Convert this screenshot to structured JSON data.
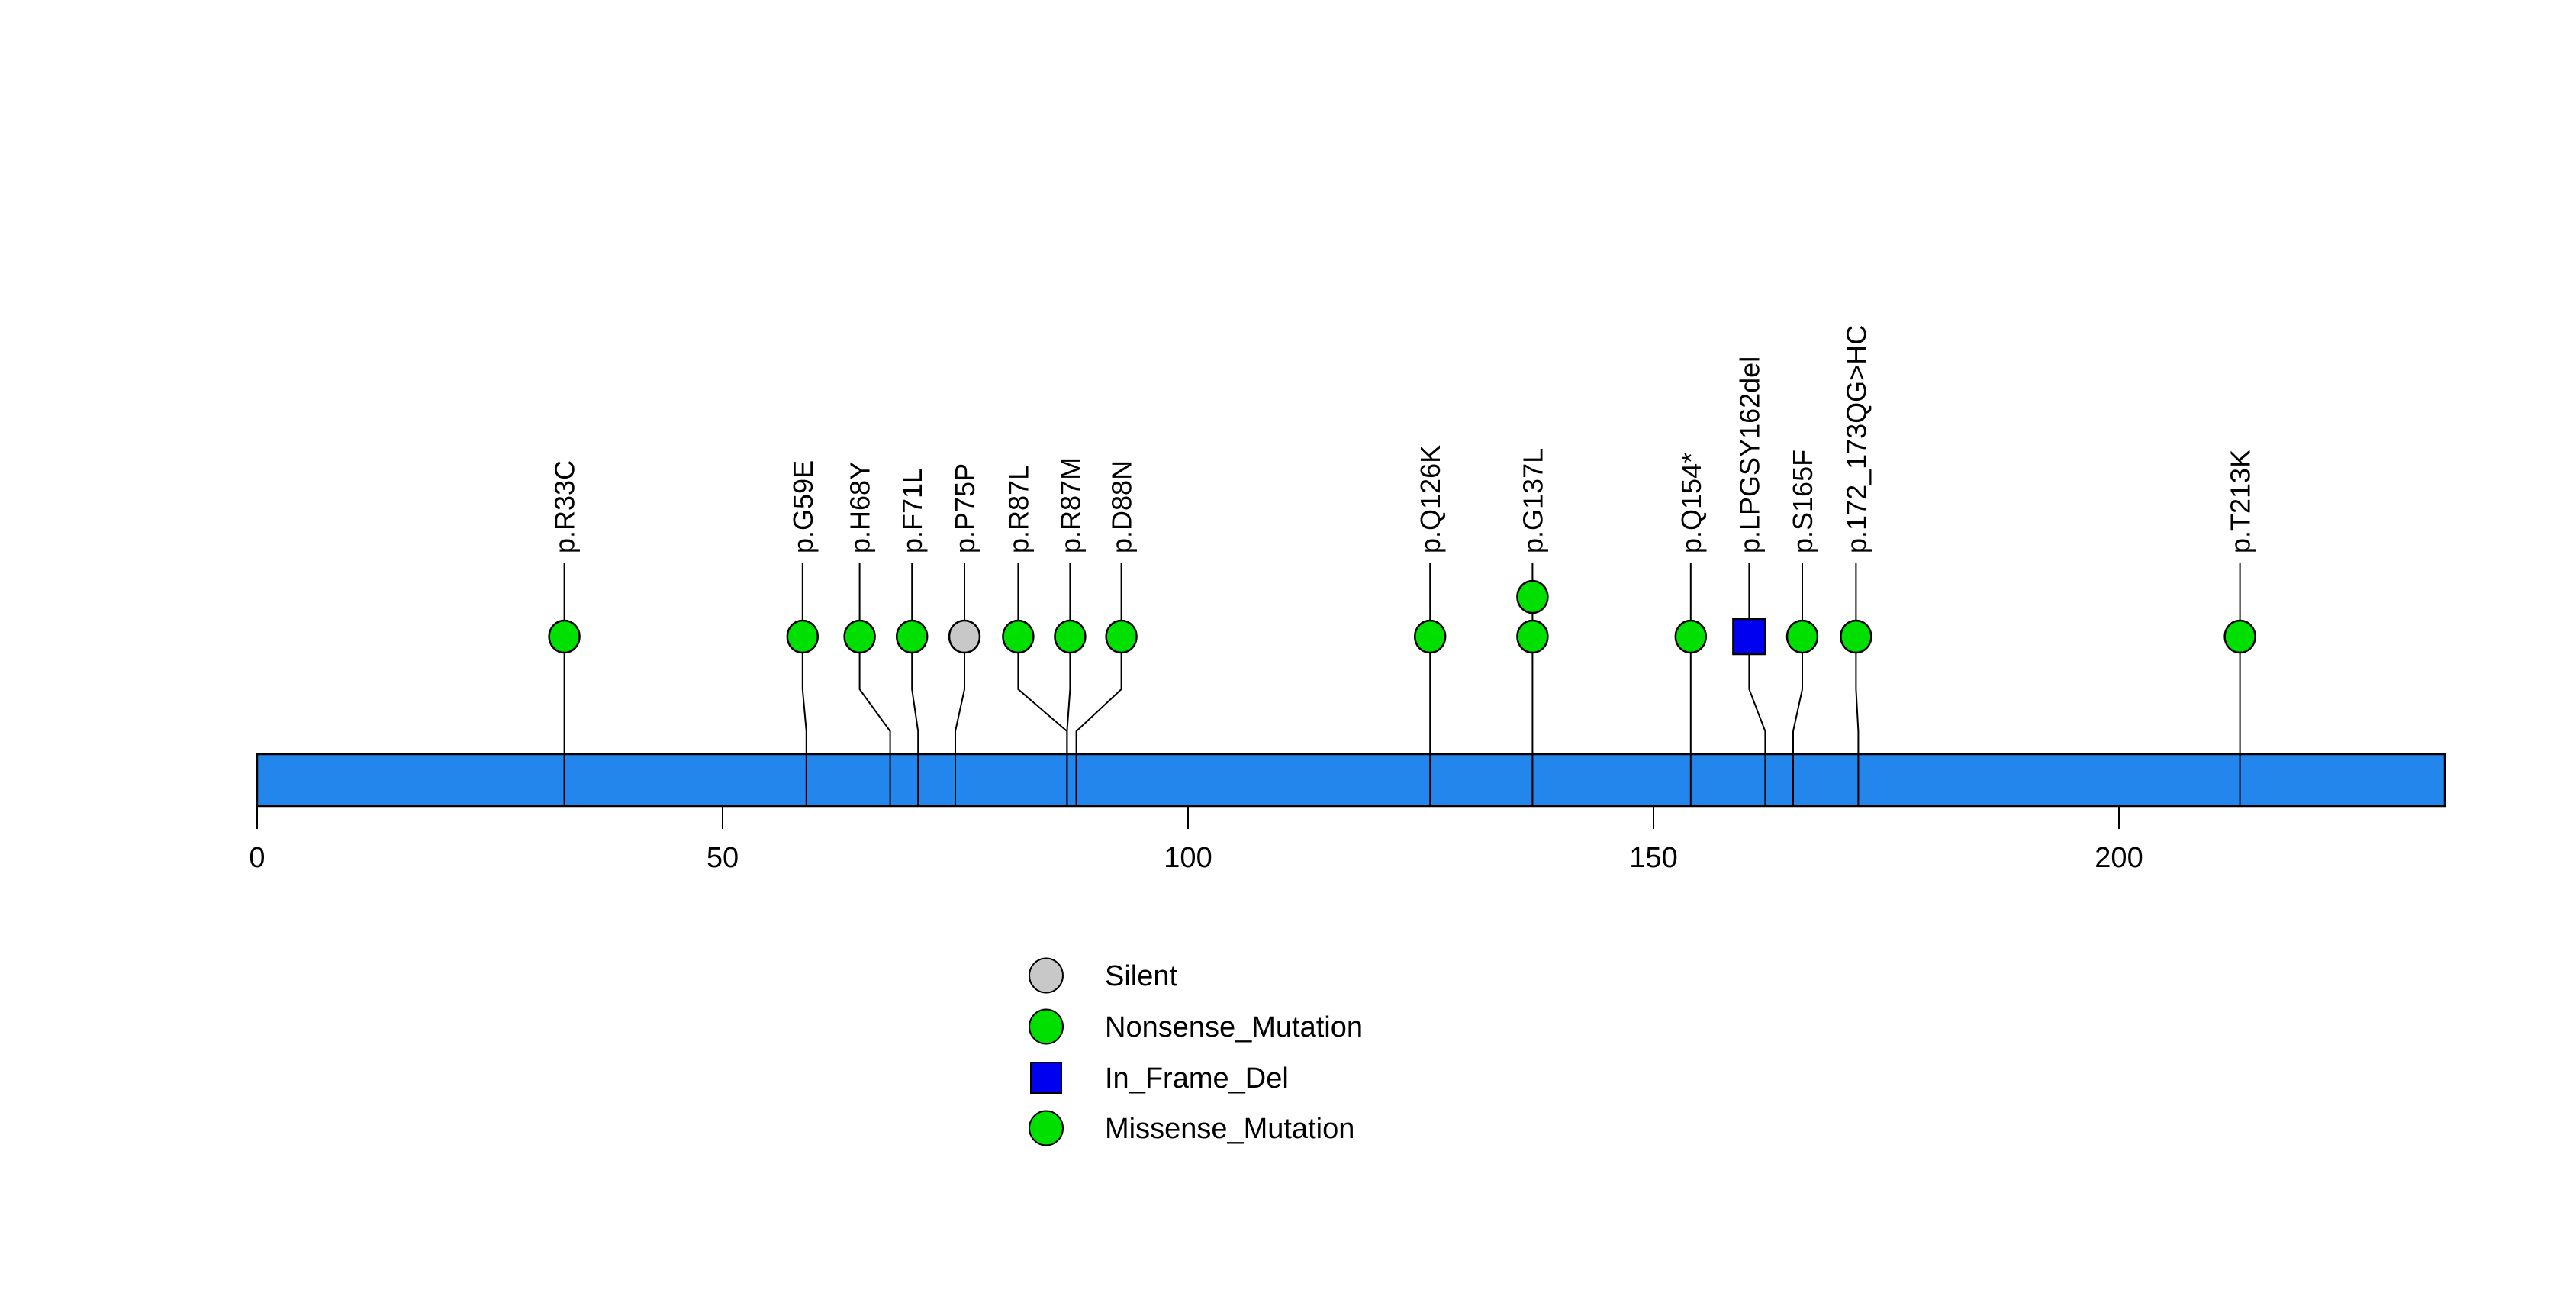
{
  "chart_data": {
    "type": "lollipop",
    "title": "",
    "xlabel": "",
    "axis": {
      "ticks": [
        0,
        50,
        100,
        150,
        200
      ],
      "range": [
        0,
        235
      ],
      "grid": false
    },
    "protein_bar": {
      "start": 0,
      "end": 235,
      "color": "#2386EC"
    },
    "colors": {
      "missense": "#00E000",
      "nonsense": "#00E000",
      "silent": "#C8C8C8",
      "in_frame_del": "#0000F0",
      "stroke": "#000000",
      "background": "#FFFFFF"
    },
    "mutations": [
      {
        "label": "p.R33C",
        "position": 33,
        "class": "Missense_Mutation",
        "shape": "circle",
        "color": "#00E000",
        "count": 1,
        "dodge": 0
      },
      {
        "label": "p.G59E",
        "position": 59,
        "class": "Missense_Mutation",
        "shape": "circle",
        "color": "#00E000",
        "count": 1,
        "dodge": -5
      },
      {
        "label": "p.H68Y",
        "position": 68,
        "class": "Missense_Mutation",
        "shape": "circle",
        "color": "#00E000",
        "count": 1,
        "dodge": -40
      },
      {
        "label": "p.F71L",
        "position": 71,
        "class": "Missense_Mutation",
        "shape": "circle",
        "color": "#00E000",
        "count": 1,
        "dodge": -8
      },
      {
        "label": "p.P75P",
        "position": 75,
        "class": "Silent",
        "shape": "circle",
        "color": "#C8C8C8",
        "count": 1,
        "dodge": 12
      },
      {
        "label": "p.R87L",
        "position": 87,
        "class": "Missense_Mutation",
        "shape": "circle",
        "color": "#00E000",
        "count": 1,
        "dodge": -64
      },
      {
        "label": "p.R87M",
        "position": 87,
        "class": "Missense_Mutation",
        "shape": "circle",
        "color": "#00E000",
        "count": 1,
        "dodge": 4
      },
      {
        "label": "p.D88N",
        "position": 88,
        "class": "Missense_Mutation",
        "shape": "circle",
        "color": "#00E000",
        "count": 1,
        "dodge": 59
      },
      {
        "label": "p.Q126K",
        "position": 126,
        "class": "Missense_Mutation",
        "shape": "circle",
        "color": "#00E000",
        "count": 1,
        "dodge": 0
      },
      {
        "label": "p.G137L",
        "position": 137,
        "class": "Missense_Mutation",
        "shape": "circle",
        "color": "#00E000",
        "count": 2,
        "dodge": 0
      },
      {
        "label": "p.Q154*",
        "position": 154,
        "class": "Nonsense_Mutation",
        "shape": "circle",
        "color": "#00E000",
        "count": 1,
        "dodge": 0
      },
      {
        "label": "p.LPGSY162del",
        "position": 162,
        "class": "In_Frame_Del",
        "shape": "square",
        "color": "#0000F0",
        "count": 1,
        "dodge": -21
      },
      {
        "label": "p.S165F",
        "position": 165,
        "class": "Missense_Mutation",
        "shape": "circle",
        "color": "#00E000",
        "count": 1,
        "dodge": 12
      },
      {
        "label": "p.172_173QG>HC",
        "position": 172,
        "class": "Missense_Mutation",
        "shape": "circle",
        "color": "#00E000",
        "count": 1,
        "dodge": -3
      },
      {
        "label": "p.T213K",
        "position": 213,
        "class": "Missense_Mutation",
        "shape": "circle",
        "color": "#00E000",
        "count": 1,
        "dodge": 0
      }
    ],
    "legend": [
      {
        "label": "Silent",
        "shape": "circle",
        "color": "#C8C8C8"
      },
      {
        "label": "Nonsense_Mutation",
        "shape": "circle",
        "color": "#00E000"
      },
      {
        "label": "In_Frame_Del",
        "shape": "square",
        "color": "#0000F0"
      },
      {
        "label": "Missense_Mutation",
        "shape": "circle",
        "color": "#00E000"
      }
    ],
    "legend_position": "bottom-center"
  }
}
